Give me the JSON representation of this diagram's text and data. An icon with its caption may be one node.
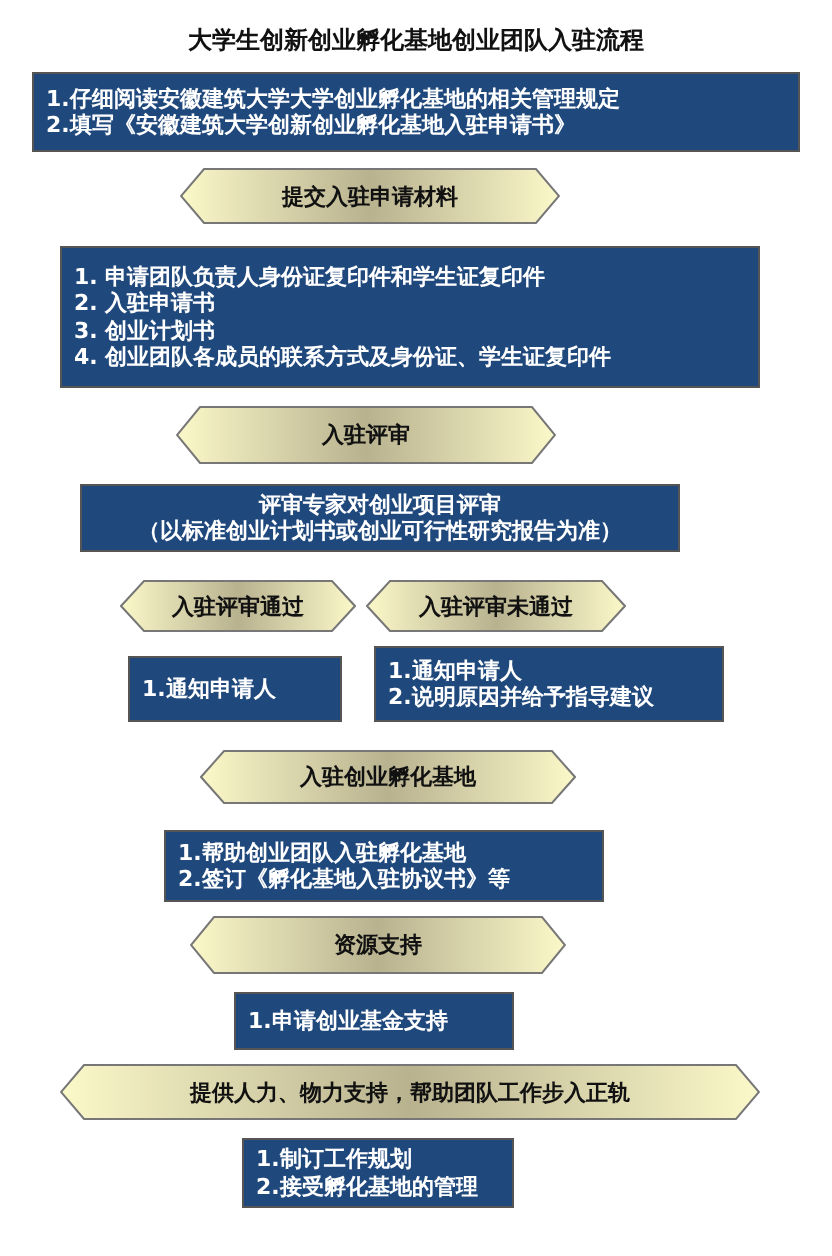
{
  "diagram": {
    "title": "大学生创新创业孵化基地创业团队入驻流程",
    "nodes": [
      {
        "text": [
          "1.仔细阅读安徽建筑大学大学创业孵化基地的相关管理规定",
          "2.填写《安徽建筑大学创新创业孵化基地入驻申请书》"
        ]
      },
      {
        "text": [
          "提交入驻申请材料"
        ]
      },
      {
        "text": [
          "1. 申请团队负责人身份证复印件和学生证复印件",
          "2. 入驻申请书",
          "3. 创业计划书",
          "4. 创业团队各成员的联系方式及身份证、学生证复印件"
        ]
      },
      {
        "text": [
          "入驻评审"
        ]
      },
      {
        "text": [
          "评审专家对创业项目评审",
          "（以标准创业计划书或创业可行性研究报告为准）"
        ]
      },
      {
        "text": [
          "入驻评审通过"
        ]
      },
      {
        "text": [
          "入驻评审未通过"
        ]
      },
      {
        "text": [
          "1.通知申请人"
        ]
      },
      {
        "text": [
          "1.通知申请人",
          "2.说明原因并给予指导建议"
        ]
      },
      {
        "text": [
          "入驻创业孵化基地"
        ]
      },
      {
        "text": [
          "1.帮助创业团队入驻孵化基地",
          "2.签订《孵化基地入驻协议书》等"
        ]
      },
      {
        "text": [
          "资源支持"
        ]
      },
      {
        "text": [
          "1.申请创业基金支持"
        ]
      },
      {
        "text": [
          "提供人力、物力支持，帮助团队工作步入正轨"
        ]
      },
      {
        "text": [
          "1.制订工作规划",
          "2.接受孵化基地的管理"
        ]
      }
    ]
  }
}
